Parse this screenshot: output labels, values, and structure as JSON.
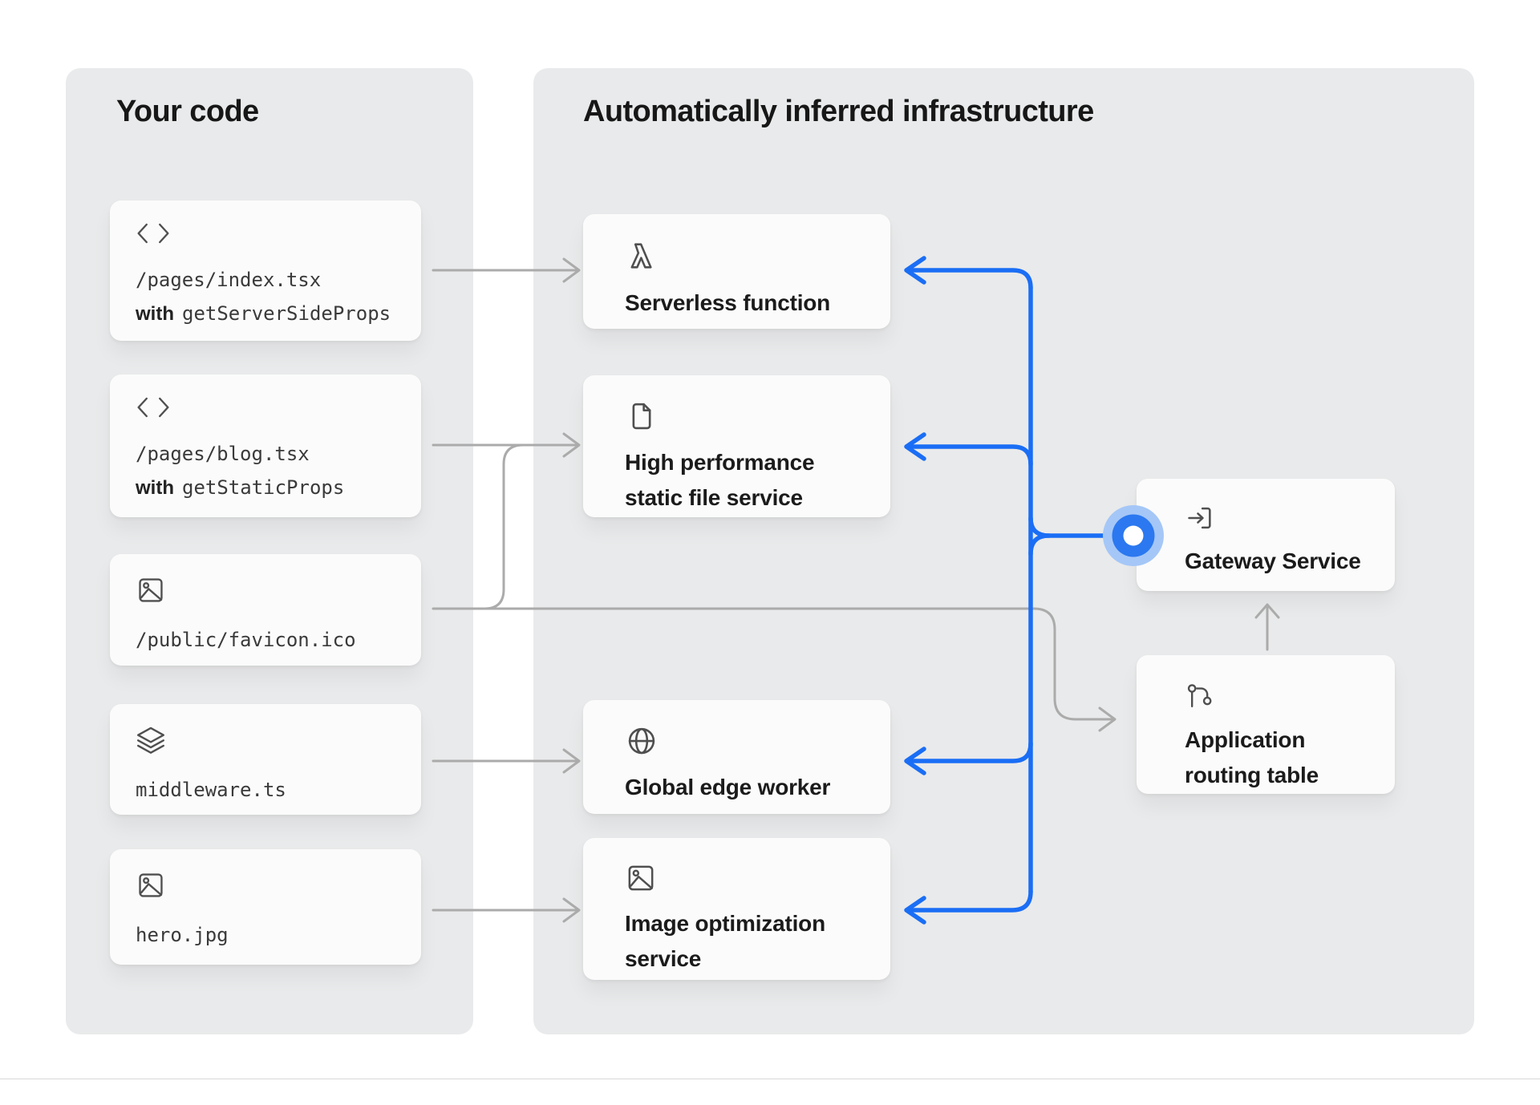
{
  "left_panel": {
    "title": "Your code",
    "cards": [
      {
        "icon": "code-icon",
        "path": "/pages/index.tsx",
        "with_label": "with",
        "method": "getServerSideProps"
      },
      {
        "icon": "code-icon",
        "path": "/pages/blog.tsx",
        "with_label": "with",
        "method": "getStaticProps"
      },
      {
        "icon": "image-icon",
        "path": "/public/favicon.ico"
      },
      {
        "icon": "layers-icon",
        "path": "middleware.ts"
      },
      {
        "icon": "image-icon",
        "path": "hero.jpg"
      }
    ]
  },
  "right_panel": {
    "title": "Automatically inferred infrastructure",
    "services": [
      {
        "icon": "lambda-icon",
        "label": "Serverless function"
      },
      {
        "icon": "file-icon",
        "label": "High performance static file service"
      },
      {
        "icon": "globe-icon",
        "label": "Global edge worker"
      },
      {
        "icon": "image-icon",
        "label": "Image optimization service"
      }
    ],
    "gateway": {
      "icon": "login-icon",
      "label": "Gateway Service"
    },
    "routing": {
      "icon": "route-icon",
      "label": "Application routing table"
    }
  },
  "colors": {
    "accent_blue": "#1a6ef5",
    "arrow_gray": "#ababab",
    "panel_bg": "#e9eaeb",
    "card_bg": "#fbfbfb",
    "highlight_ring_outer": "#a5c7f7",
    "highlight_ring_inner": "#2b78f0"
  }
}
